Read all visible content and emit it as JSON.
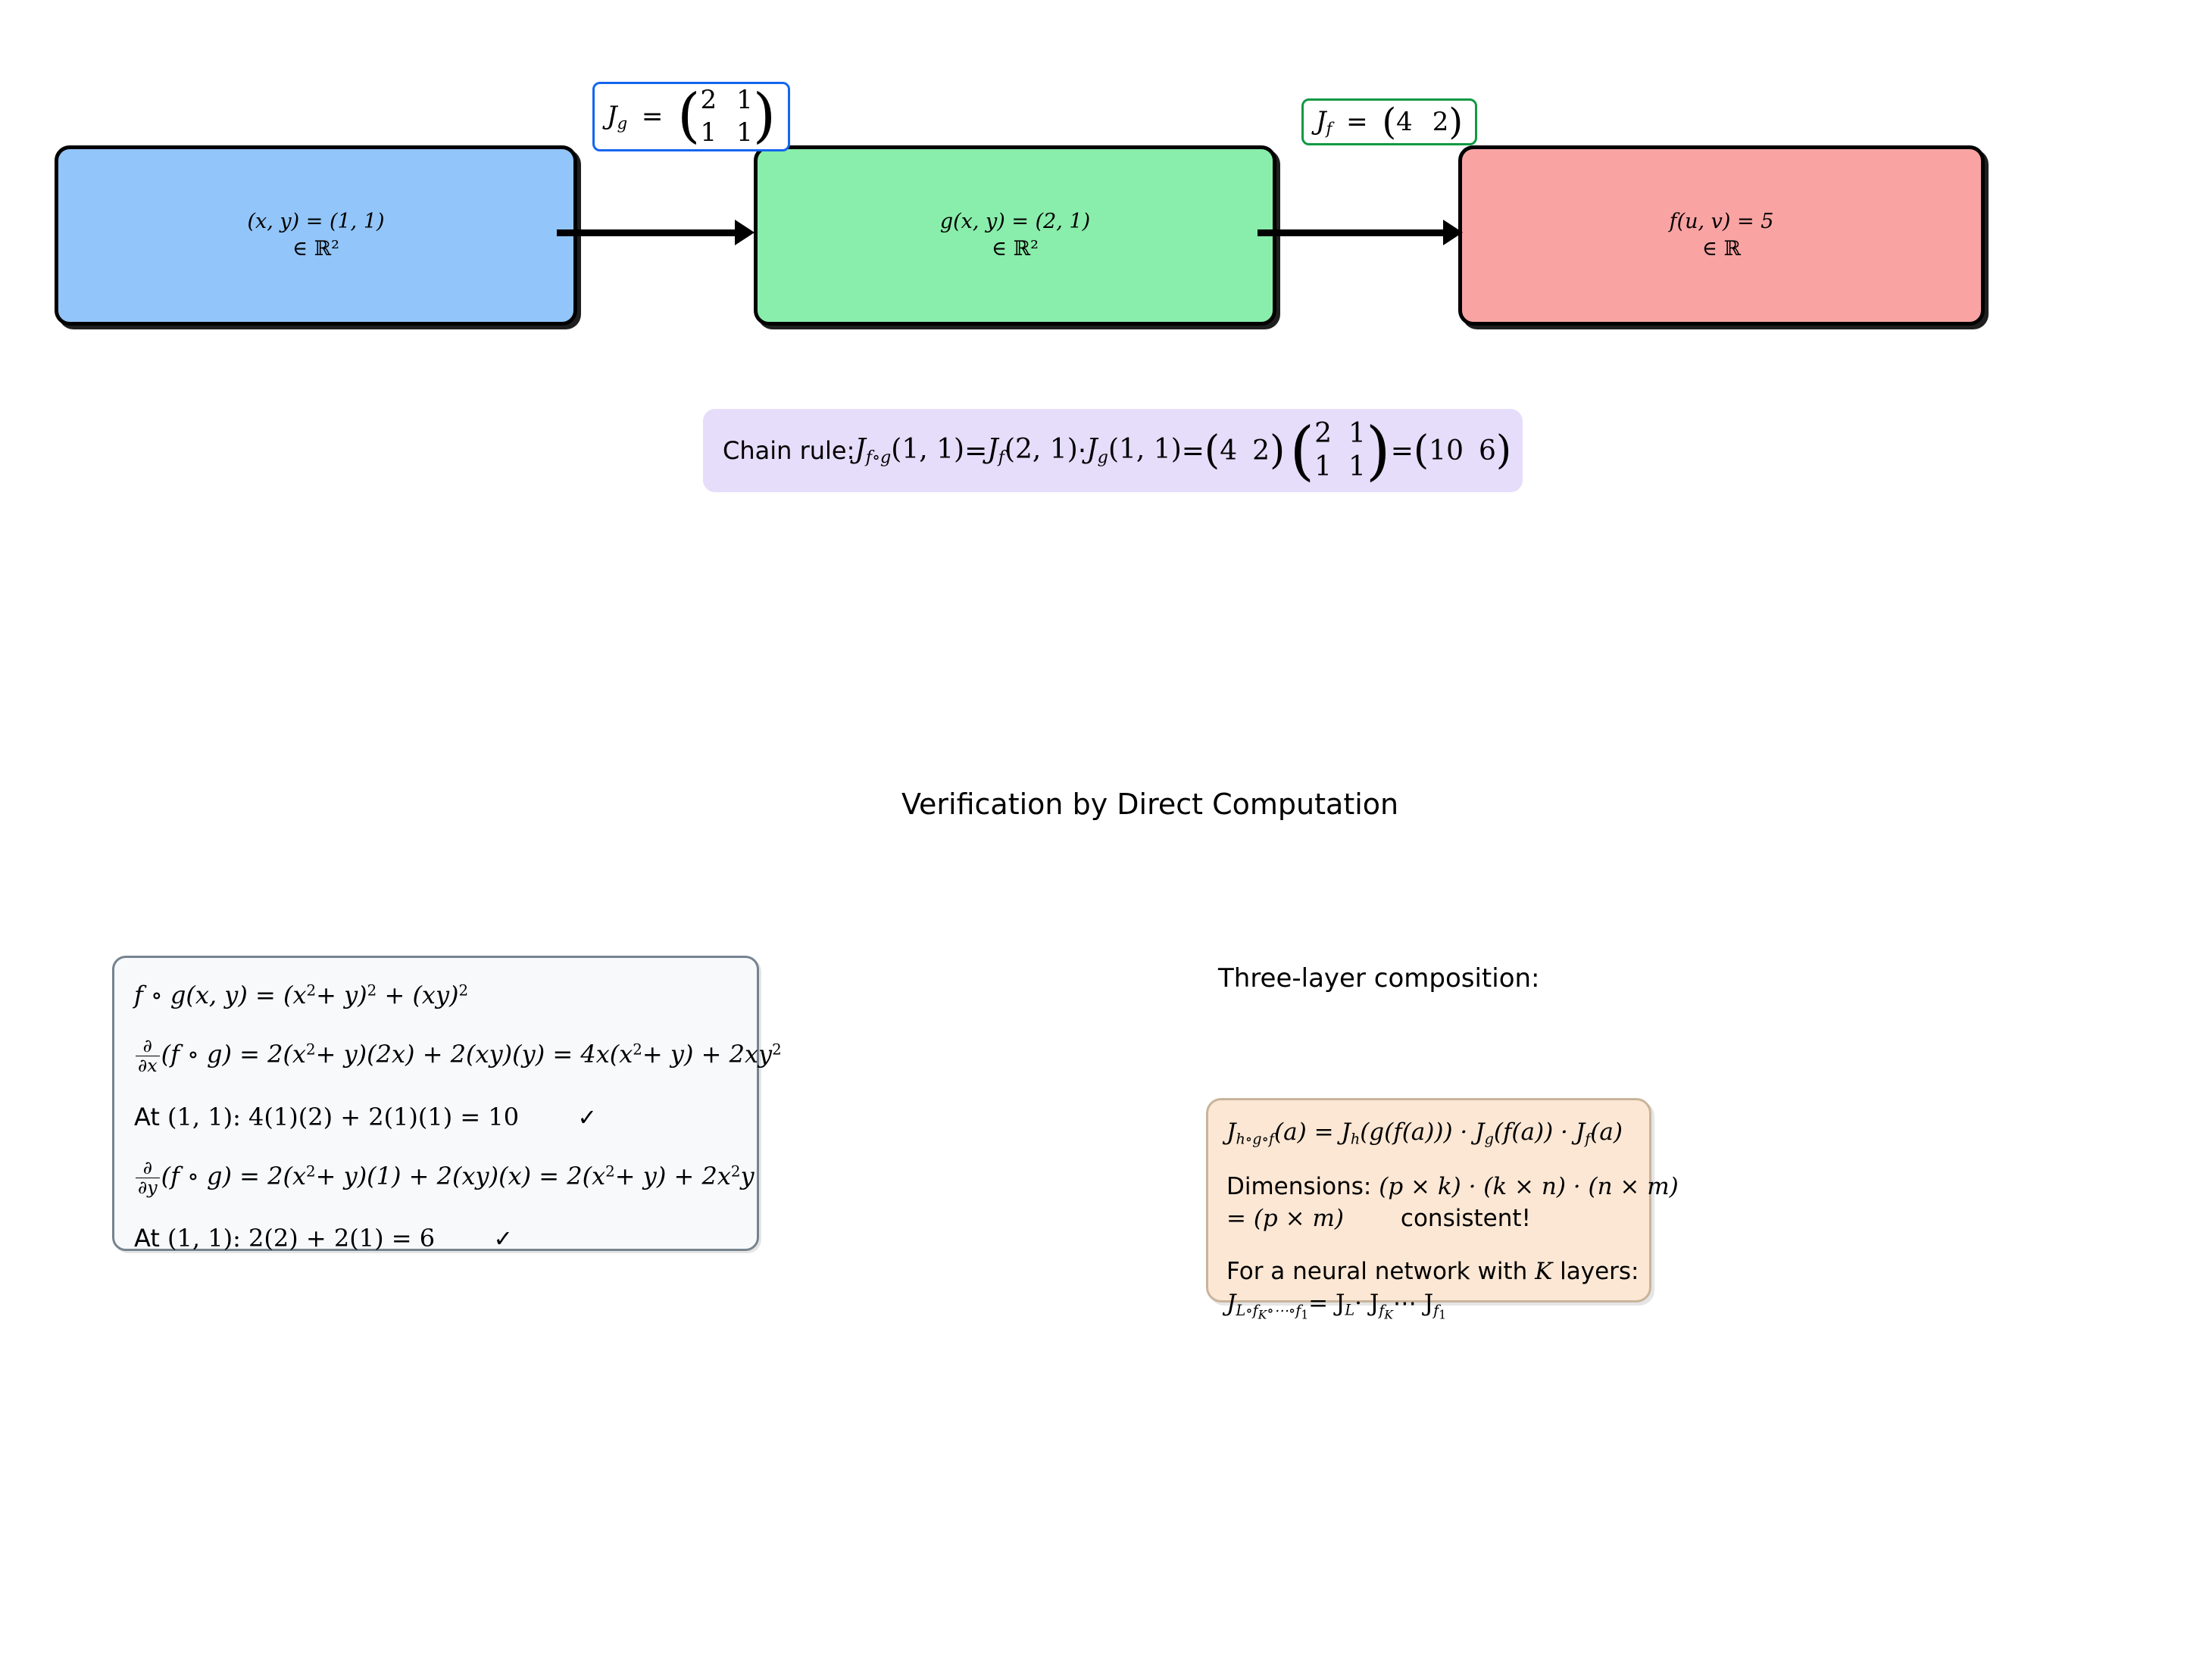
{
  "diagram": {
    "nodes": [
      {
        "name": "input-node",
        "line1": "(x, y) = (1, 1)",
        "line2": "∈ ℝ²",
        "fill": "#92c5f9"
      },
      {
        "name": "intermediate-node",
        "line1": "g(x, y) = (2, 1)",
        "line2": "∈ ℝ²",
        "fill": "#89edab"
      },
      {
        "name": "output-node",
        "line1": "f(u, v) = 5",
        "line2": "∈ ℝ",
        "fill": "#f9a3a3"
      }
    ],
    "jacobian_labels": [
      {
        "name": "jacobian-g-label",
        "symbol": "J",
        "subscript": "g",
        "equals": "=",
        "matrix": [
          [
            "2",
            "1"
          ],
          [
            "1",
            "1"
          ]
        ],
        "border_color": "#1565f0"
      },
      {
        "name": "jacobian-f-label",
        "symbol": "J",
        "subscript": "f",
        "equals": "=",
        "row_vector": [
          "4",
          "2"
        ],
        "border_color": "#119942"
      }
    ],
    "chain_rule": {
      "label": "Chain rule:",
      "lhs_symbol": "J",
      "lhs_sub": "f∘g",
      "lhs_args": "(1, 1)",
      "eq1": "=",
      "t1_symbol": "J",
      "t1_sub": "f",
      "t1_args": "(2, 1)",
      "dot1": "·",
      "t2_symbol": "J",
      "t2_sub": "g",
      "t2_args": "(1, 1)",
      "eq2": "=",
      "jf_row": [
        "4",
        "2"
      ],
      "jg_matrix": [
        [
          "2",
          "1"
        ],
        [
          "1",
          "1"
        ]
      ],
      "eq3": "=",
      "result_row": [
        "10",
        "6"
      ],
      "fill": "#e5ddfa"
    }
  },
  "verification": {
    "title": "Verification by Direct Computation",
    "left_box": {
      "l1_lhs": "f ∘ g(x, y)",
      "l1_eq": "=",
      "l1_rhs_a": "(x",
      "l1_rhs_a_sup": "2",
      "l1_rhs_b": "+ y)",
      "l1_rhs_b_sup": "2",
      "l1_plus": "+",
      "l1_rhs_c": "(xy)",
      "l1_rhs_c_sup": "2",
      "l2_num": "∂",
      "l2_den": "∂x",
      "l2_body": "(f ∘ g) = 2(x",
      "l2_sup1": "2",
      "l2_body2": "+ y)(2x) + 2(xy)(y) = 4x(x",
      "l2_sup2": "2",
      "l2_body3": "+ y) + 2xy",
      "l2_sup3": "2",
      "l3_at": "At",
      "l3_point": "(1, 1):",
      "l3_expr": "4(1)(2) + 2(1)(1) = 10",
      "l3_check": "✓",
      "l4_num": "∂",
      "l4_den": "∂y",
      "l4_body": "(f ∘ g) = 2(x",
      "l4_sup1": "2",
      "l4_body2": "+ y)(1) + 2(xy)(x) = 2(x",
      "l4_sup2": "2",
      "l4_body3": "+ y) + 2x",
      "l4_sup3": "2",
      "l4_body4": "y",
      "l5_at": "At",
      "l5_point": "(1, 1):",
      "l5_expr": "2(2) + 2(1) = 6",
      "l5_check": "✓"
    },
    "right": {
      "heading": "Three-layer composition:",
      "box": {
        "l1_sym": "J",
        "l1_sub": "h∘g∘f",
        "l1_rest": "(a) = J",
        "l1_sub2": "h",
        "l1_rest2": "(g(f(a))) · J",
        "l1_sub3": "g",
        "l1_rest3": "(f(a)) · J",
        "l1_sub4": "f",
        "l1_rest4": "(a)",
        "l2_label": "Dimensions:",
        "l2_expr": "(p × k) · (k × n) · (n × m)",
        "l3_expr": "= (p × m)",
        "l3_note": "consistent!",
        "l4_text_a": "For a neural network with",
        "l4_text_k": "K",
        "l4_text_b": "layers:",
        "l5_sym": "J",
        "l5_sub": "L∘f",
        "l5_sub_k": "K",
        "l5_sub_mid": "∘⋯∘f",
        "l5_sub_one": "1",
        "l5_rest": "= J",
        "l5_sub_L": "L",
        "l5_dot": "· J",
        "l5_sub_fK_a": "f",
        "l5_sub_fK_b": "K",
        "l5_dots": "⋯ J",
        "l5_sub_f1_a": "f",
        "l5_sub_f1_b": "1",
        "fill": "#fbe7d4"
      }
    }
  }
}
